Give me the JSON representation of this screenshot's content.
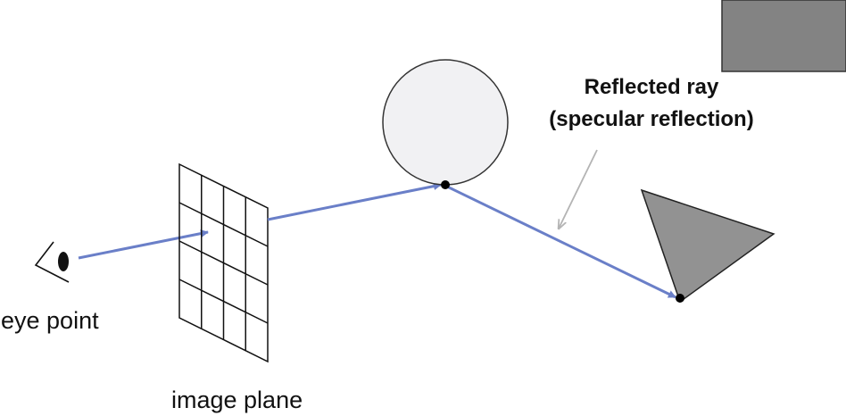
{
  "labels": {
    "eye_point": "eye point",
    "image_plane": "image plane",
    "reflected_ray_line1": "Reflected ray",
    "reflected_ray_line2": "(specular reflection)"
  },
  "colors": {
    "ray": "#6a7fc8",
    "sphere_fill": "#f1f1f3",
    "triangle_fill": "#929292",
    "corner_rect_fill": "#838383",
    "annotation_arrow": "#b4b4b4",
    "ink": "#111111"
  }
}
